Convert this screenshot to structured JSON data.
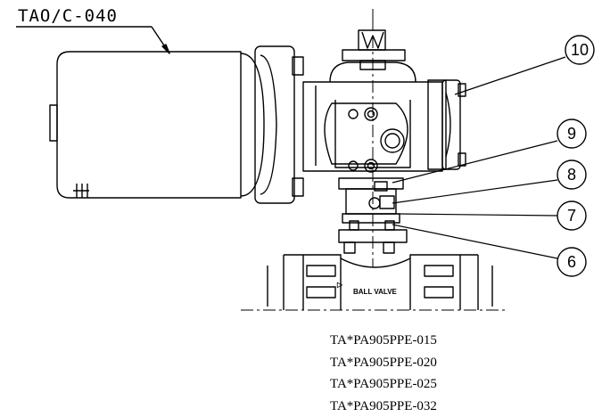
{
  "drawing": {
    "actuator_label": "TAO/C-040",
    "valve_body_text": "BALL VALVE",
    "valve_body_mark": "▷",
    "callouts": [
      {
        "number": "10"
      },
      {
        "number": "9"
      },
      {
        "number": "8"
      },
      {
        "number": "7"
      },
      {
        "number": "6"
      }
    ],
    "model_numbers": [
      "TA*PA905PPE-015",
      "TA*PA905PPE-020",
      "TA*PA905PPE-025",
      "TA*PA905PPE-032"
    ]
  }
}
